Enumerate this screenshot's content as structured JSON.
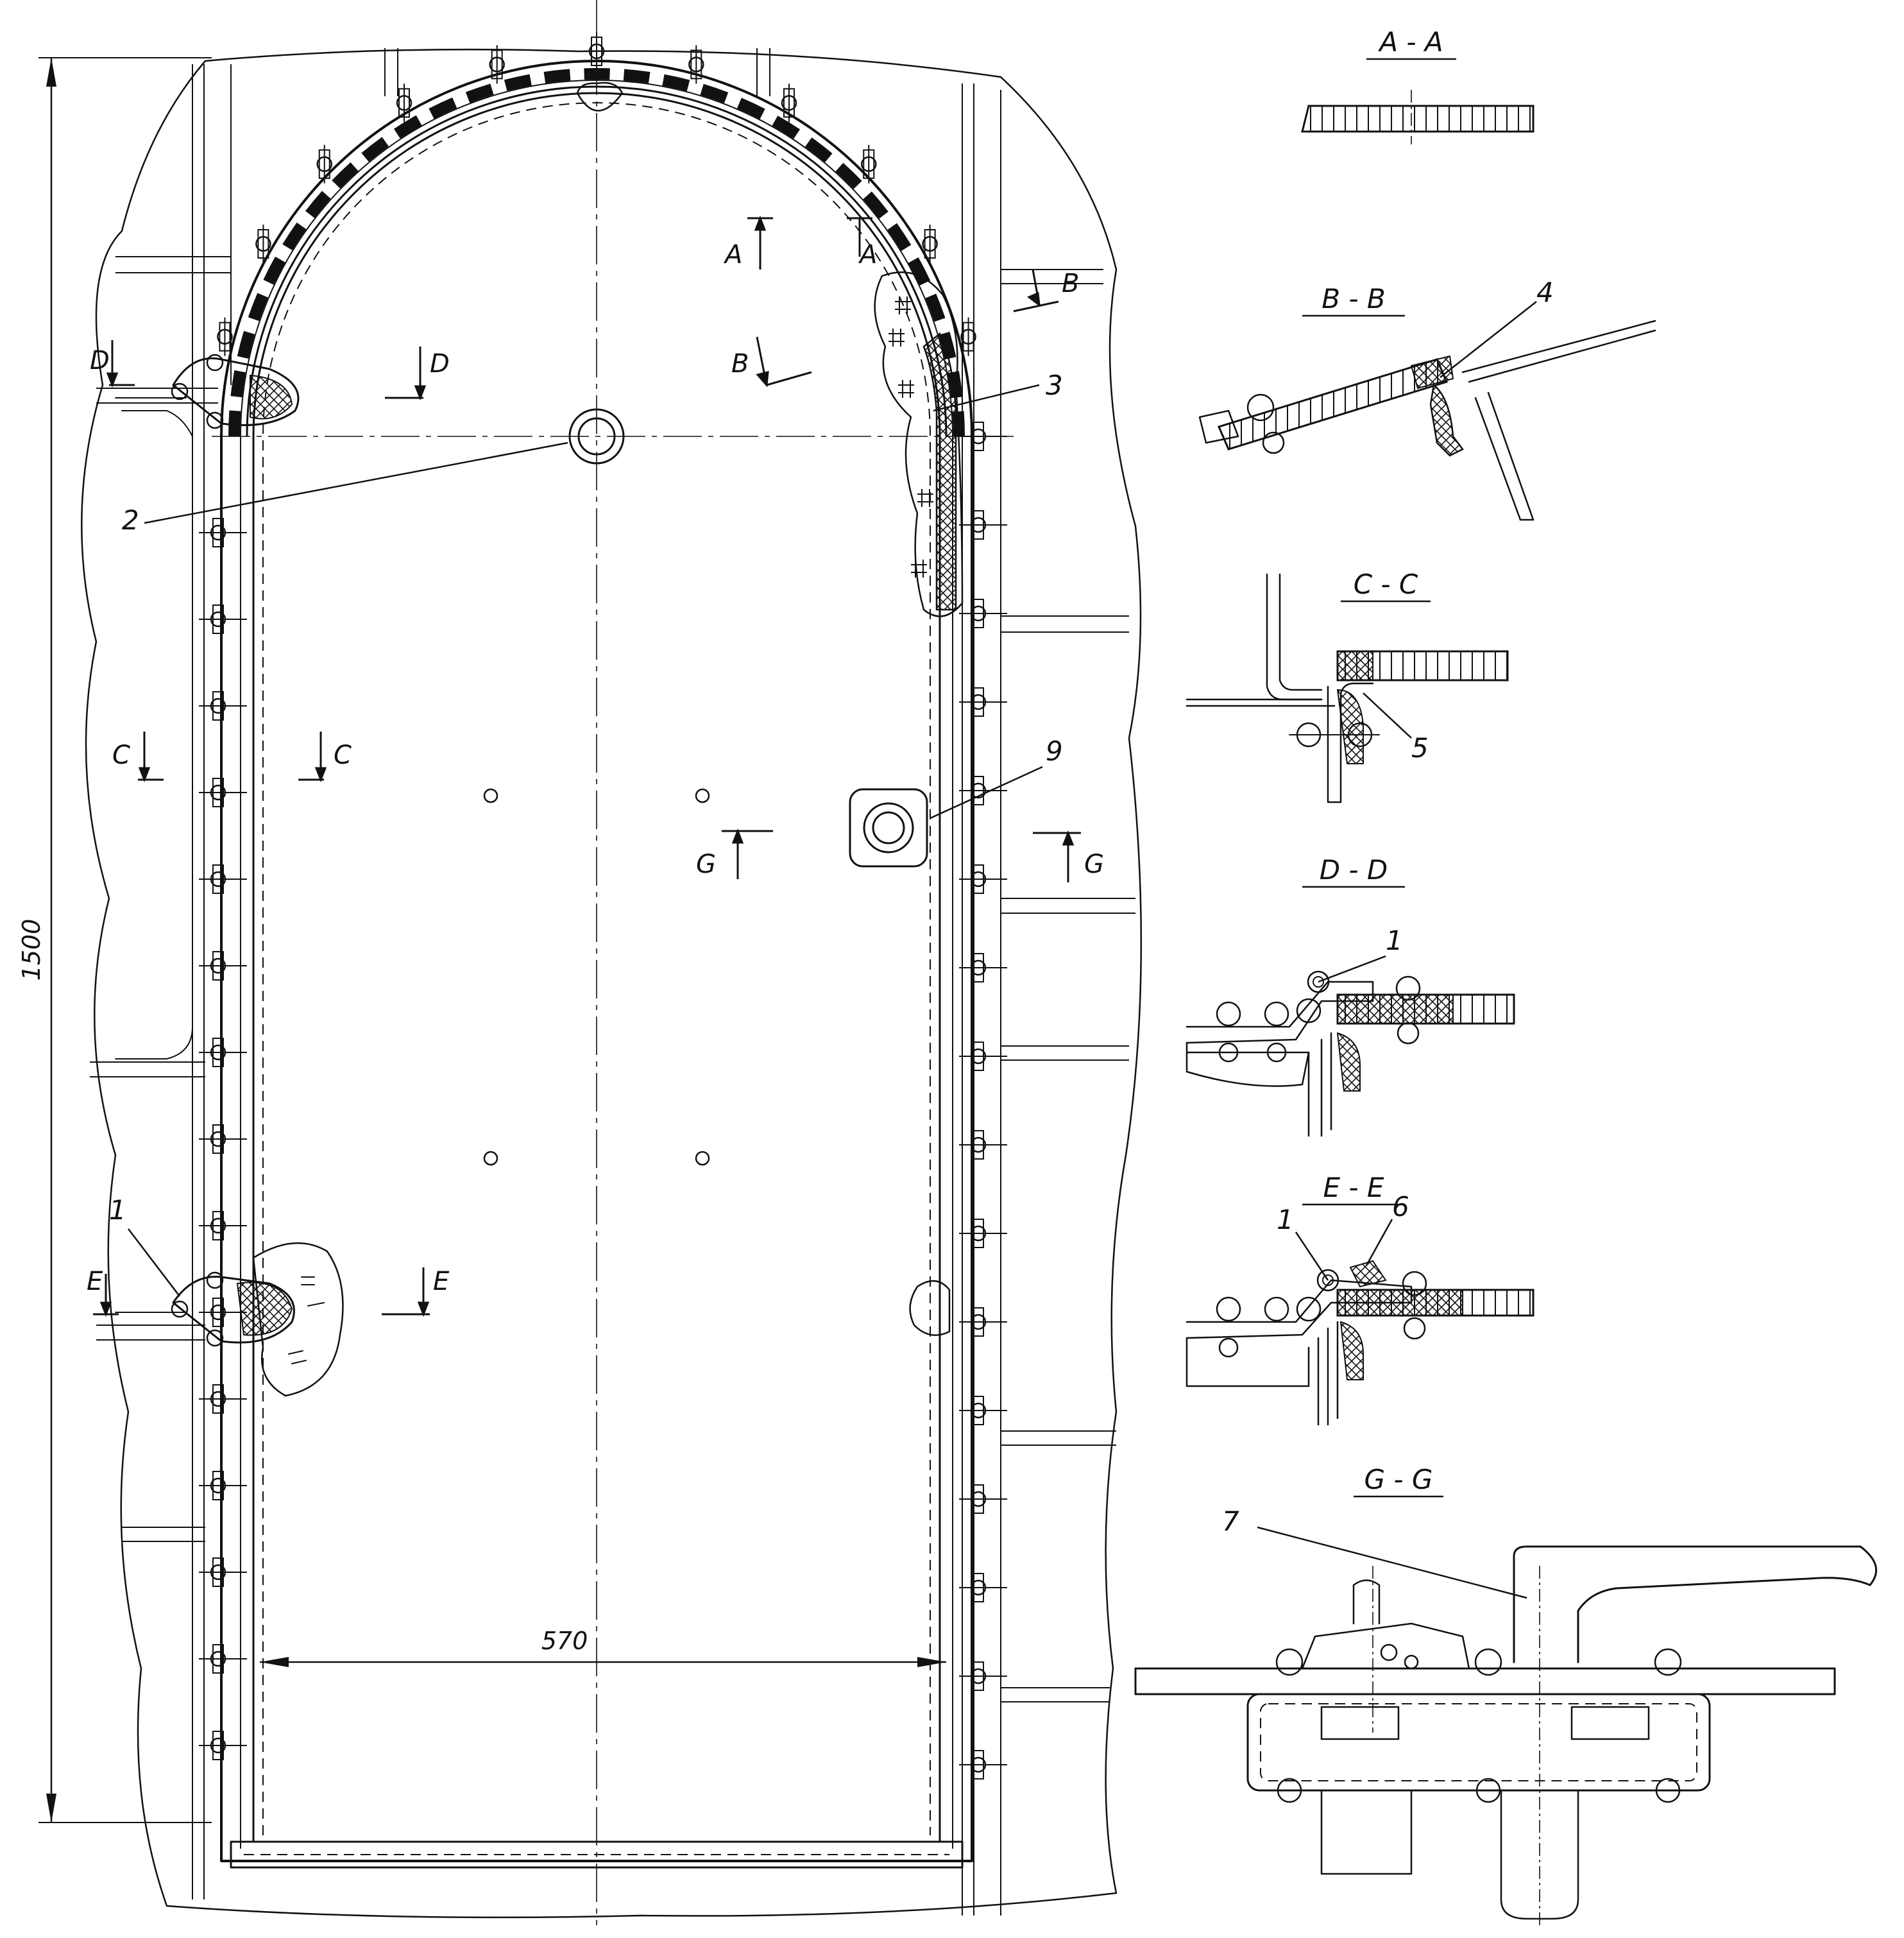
{
  "dimensions": {
    "height": "1500",
    "width": "570"
  },
  "callouts": [
    "1",
    "2",
    "3",
    "4",
    "5",
    "6",
    "7",
    "9"
  ],
  "section_markers": {
    "A": "A",
    "B": "B",
    "C": "C",
    "D": "D",
    "E": "E",
    "G": "G"
  },
  "section_titles": {
    "aa": "A - A",
    "bb": "B - B",
    "cc": "C - C",
    "dd": "D - D",
    "ee": "E - E",
    "gg": "G - G"
  },
  "colors": {
    "line": "#111111",
    "background": "#ffffff"
  }
}
